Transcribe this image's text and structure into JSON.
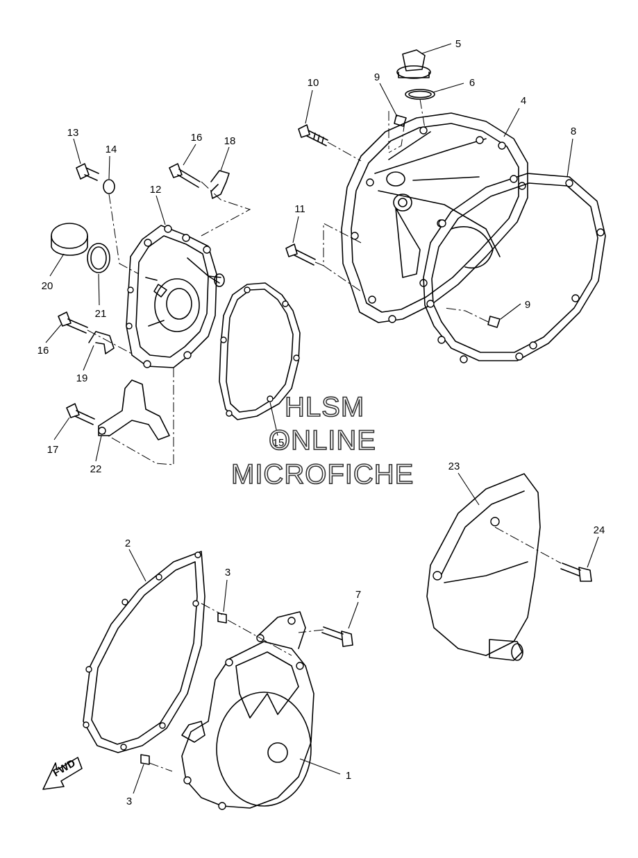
{
  "callouts": [
    "1",
    "2",
    "3",
    "3",
    "4",
    "5",
    "6",
    "7",
    "8",
    "9",
    "9",
    "10",
    "11",
    "12",
    "13",
    "14",
    "15",
    "16",
    "16",
    "17",
    "18",
    "19",
    "20",
    "21",
    "22",
    "23",
    "24"
  ],
  "watermark": {
    "line1": "HLSM",
    "line2": "ONLINE",
    "line3": "MICROFICHE"
  },
  "fwd_label": "FWD"
}
